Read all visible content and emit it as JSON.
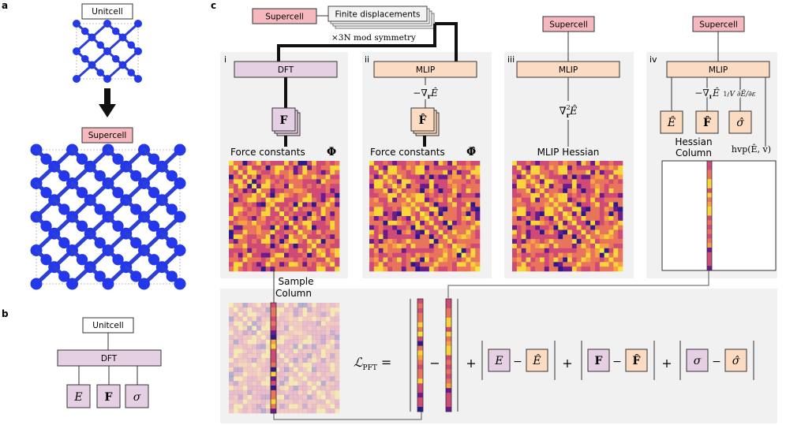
{
  "panel_letters": {
    "a": "a",
    "b": "b",
    "c": "c"
  },
  "sub_labels": {
    "i": "i",
    "ii": "ii",
    "iii": "iii",
    "iv": "iv"
  },
  "boxes": {
    "unitcell": "Unitcell",
    "supercell": "Supercell",
    "dft": "DFT",
    "mlip": "MLIP",
    "finite_displacements": "Finite displacements"
  },
  "texts": {
    "displacement_count": "×3N  mod symmetry",
    "force_constants": "Force constants",
    "phi": "Φ",
    "phi_hat": "Φ̂",
    "mlip_hessian": "MLIP Hessian",
    "hessian_column_1": "Hessian",
    "hessian_column_2": "Column",
    "sample_column_1": "Sample",
    "sample_column_2": "Column",
    "neg_grad_E": "−∇rÊ",
    "hessian_op": "∇²rÊ",
    "hvp": "hvp(Ê, v)",
    "stress_op": "1/V ∂Ê/∂ε",
    "loss_name": "ℒPFT =",
    "minus": "−",
    "plus": "+"
  },
  "symbols": {
    "E": "E",
    "E_hat": "Ê",
    "F": "F",
    "F_hat": "F̂",
    "sigma": "σ",
    "sigma_hat": "σ̂"
  },
  "colors": {
    "dft_fill": "#e4cfe3",
    "mlip_fill": "#fbdcc3",
    "supercell_fill": "#f4b8be",
    "panel_bg": "#f1f1f1",
    "atom": "#2437ea",
    "bond": "#2c3fd6"
  }
}
